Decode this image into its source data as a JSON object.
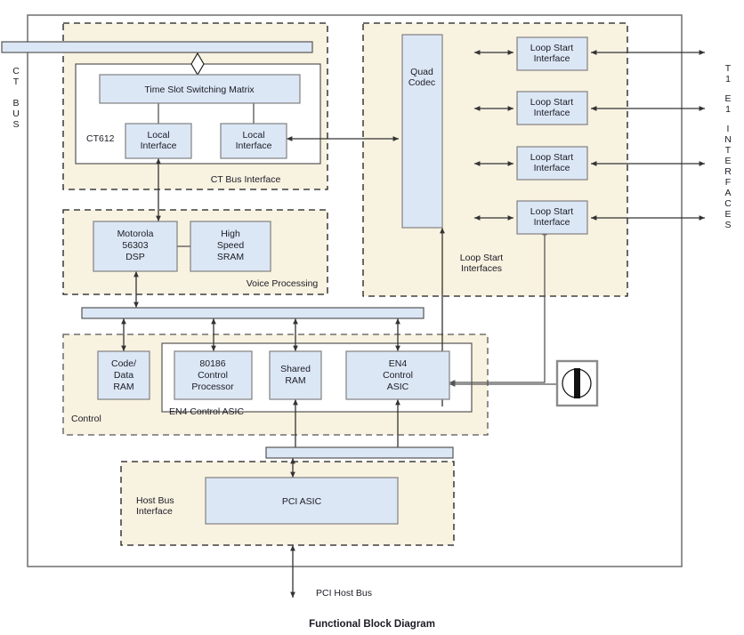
{
  "diagram": {
    "caption": "Functional Block Diagram",
    "colors": {
      "block_fill": "#dce7f5",
      "group_fill": "#f8f2e0",
      "block_stroke": "#808080",
      "line": "#333333",
      "frame": "#777777"
    },
    "side_labels": {
      "left": [
        "C",
        "T",
        "",
        "B",
        "U",
        "S"
      ],
      "right": [
        "T",
        "1",
        "",
        "E",
        "1",
        "",
        "I",
        "N",
        "T",
        "E",
        "R",
        "F",
        "A",
        "C",
        "E",
        "S"
      ]
    },
    "groups": [
      {
        "id": "ct-bus-interface",
        "label": "CT Bus Interface"
      },
      {
        "id": "loop-start-interfaces",
        "label": "Loop Start\nInterfaces",
        "line1": "Loop Start",
        "line2": "Interfaces"
      },
      {
        "id": "voice-processing",
        "label": "Voice Processing"
      },
      {
        "id": "control",
        "label": "Control"
      },
      {
        "id": "en4-control-asic",
        "label": "EN4 Control ASIC"
      },
      {
        "id": "host-bus-interface",
        "line1": "Host Bus",
        "line2": "Interface"
      }
    ],
    "blocks": {
      "time_slot_switching_matrix": "Time Slot Switching Matrix",
      "ct612": "CT612",
      "local_interface_left_l1": "Local",
      "local_interface_left_l2": "Interface",
      "local_interface_right_l1": "Local",
      "local_interface_right_l2": "Interface",
      "quad_codec_l1": "Quad",
      "quad_codec_l2": "Codec",
      "loop_start_1_l1": "Loop Start",
      "loop_start_1_l2": "Interface",
      "loop_start_2_l1": "Loop Start",
      "loop_start_2_l2": "Interface",
      "loop_start_3_l1": "Loop Start",
      "loop_start_3_l2": "Interface",
      "loop_start_4_l1": "Loop Start",
      "loop_start_4_l2": "Interface",
      "dsp_l1": "Motorola",
      "dsp_l2": "56303",
      "dsp_l3": "DSP",
      "sram_l1": "High",
      "sram_l2": "Speed",
      "sram_l3": "SRAM",
      "code_data_ram_l1": "Code/",
      "code_data_ram_l2": "Data",
      "code_data_ram_l3": "RAM",
      "control_processor_l1": "80186",
      "control_processor_l2": "Control",
      "control_processor_l3": "Processor",
      "shared_ram_l1": "Shared",
      "shared_ram_l2": "RAM",
      "en4_asic_l1": "EN4",
      "en4_asic_l2": "Control",
      "en4_asic_l3": "ASIC",
      "pci_asic": "PCI ASIC"
    },
    "annotations": {
      "pci_host_bus": "PCI Host Bus"
    }
  }
}
